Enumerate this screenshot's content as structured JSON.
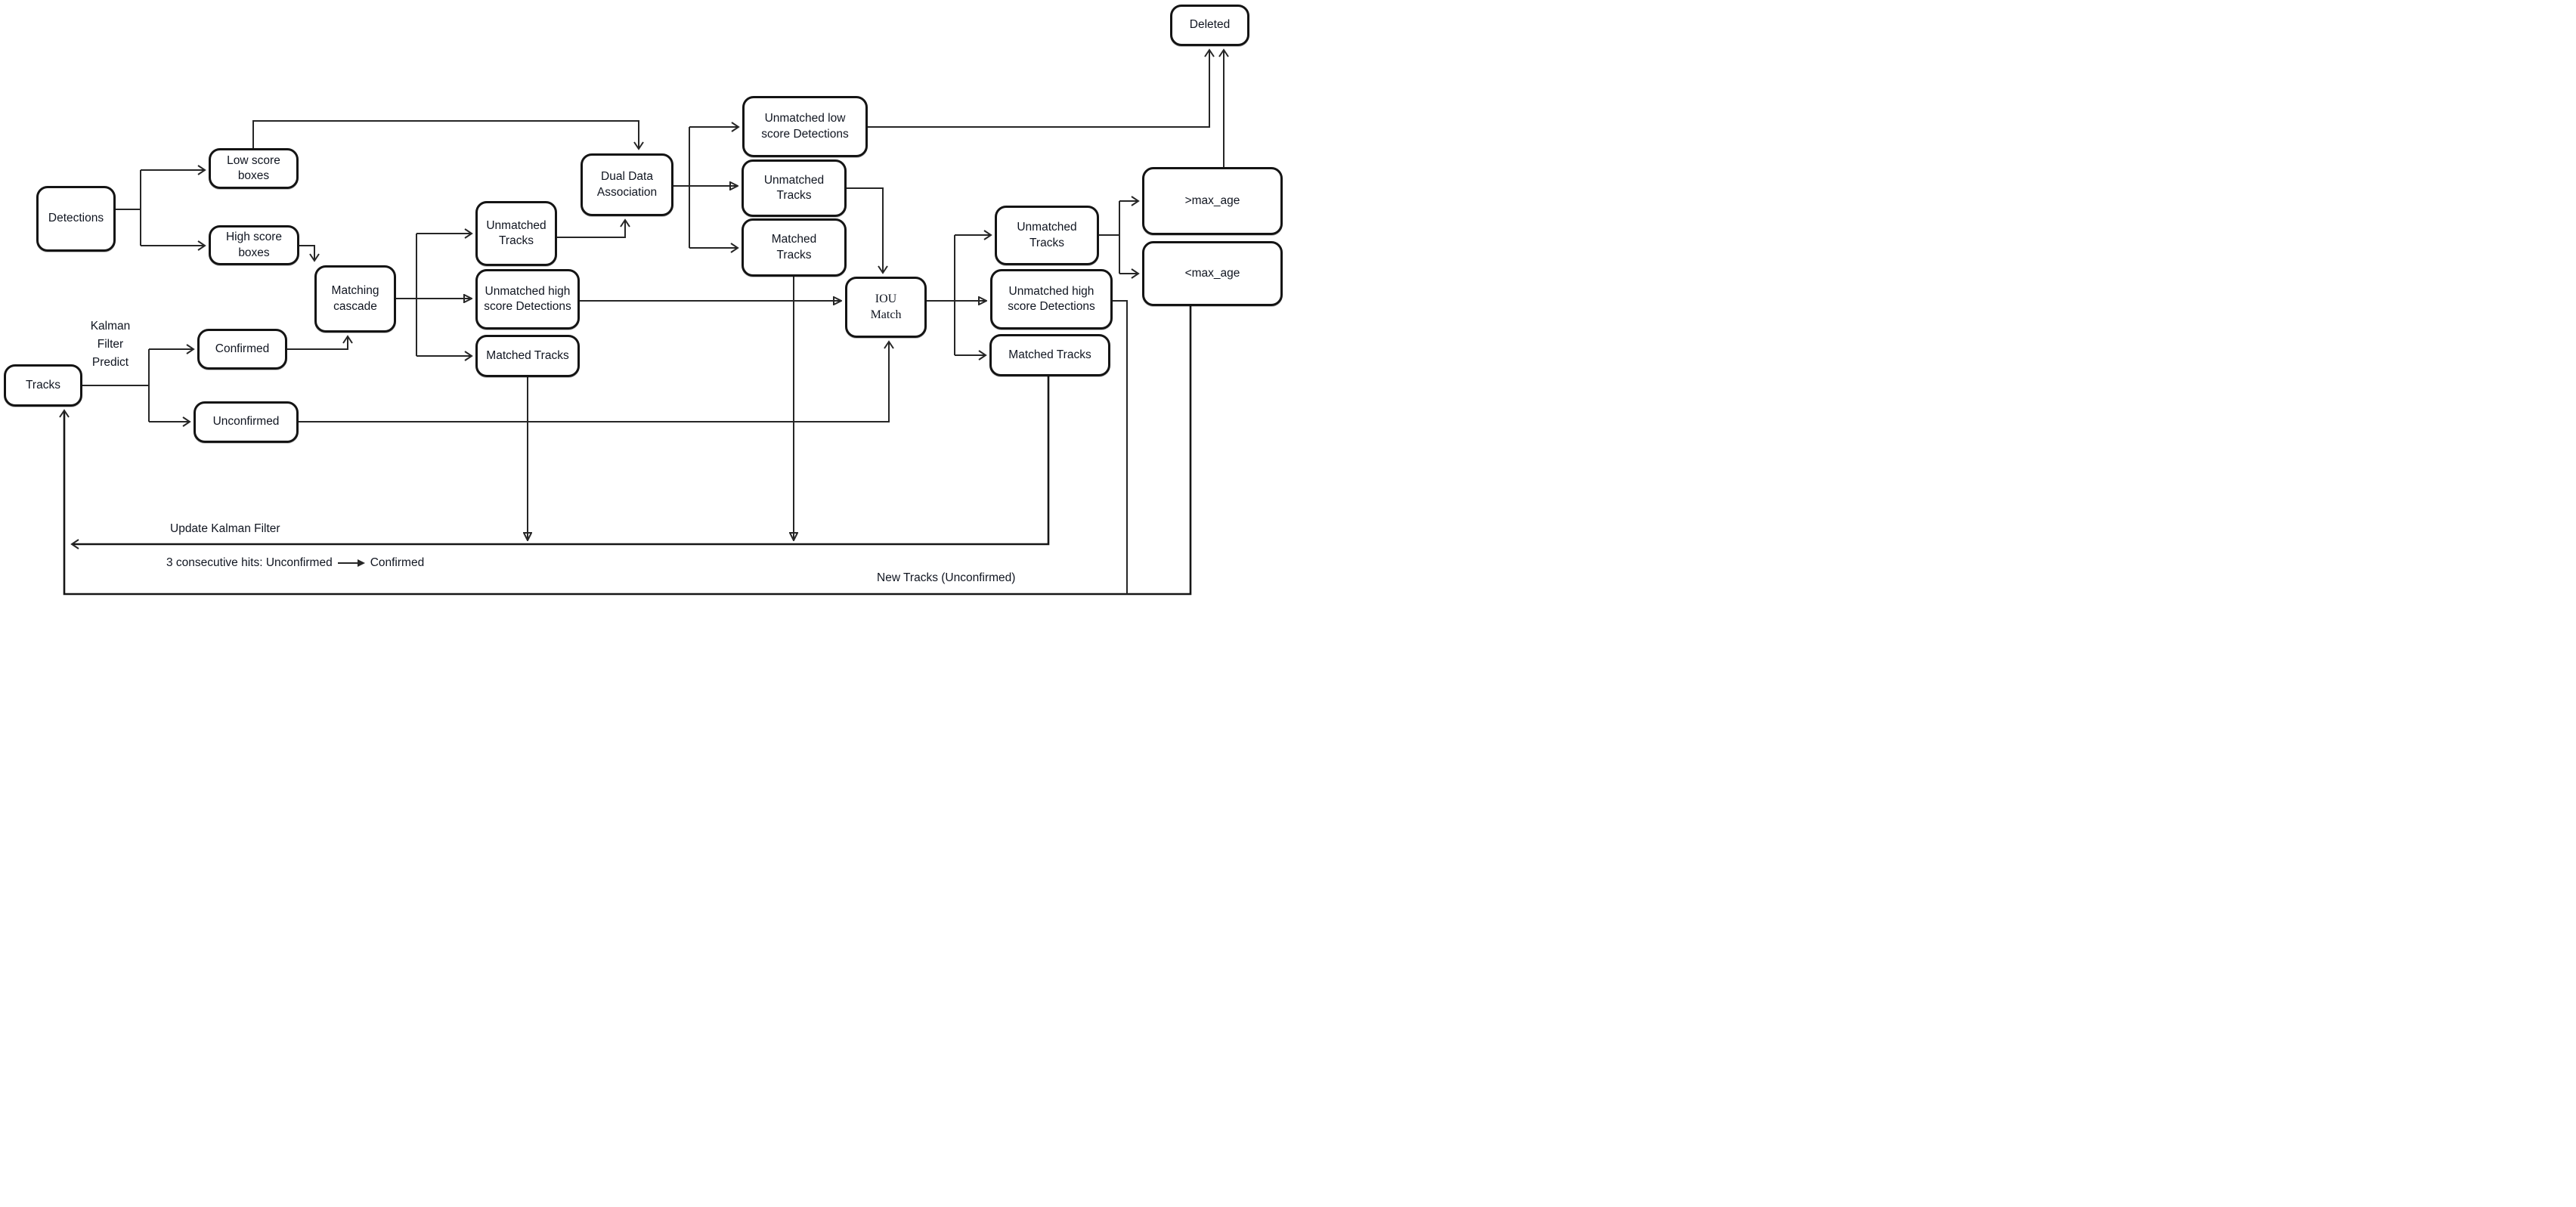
{
  "diagram": {
    "description": "Multi-object tracking pipeline flowchart",
    "colors": {
      "ink": "#141414",
      "line": "#262626",
      "background": "#ffffff"
    },
    "nodes": {
      "detections": {
        "label": "Detections"
      },
      "low_score_boxes": {
        "label": "Low score boxes"
      },
      "high_score_boxes": {
        "label": "High score boxes"
      },
      "matching_cascade": {
        "label": "Matching\ncascade"
      },
      "tracks": {
        "label": "Tracks"
      },
      "confirmed": {
        "label": "Confirmed"
      },
      "unconfirmed": {
        "label": "Unconfirmed"
      },
      "unmatched_tracks_1": {
        "label": "Unmatched\nTracks"
      },
      "unmatched_high_1": {
        "label": "Unmatched high\nscore Detections"
      },
      "matched_tracks_1": {
        "label": "Matched Tracks"
      },
      "dual_data_association": {
        "label": "Dual Data\nAssociation"
      },
      "unmatched_low": {
        "label": "Unmatched low\nscore Detections"
      },
      "unmatched_tracks_2": {
        "label": "Unmatched\nTracks"
      },
      "matched_tracks_2": {
        "label": "Matched\nTracks"
      },
      "iou_match": {
        "label": "IOU\nMatch"
      },
      "unmatched_tracks_3": {
        "label": "Unmatched\nTracks"
      },
      "unmatched_high_2": {
        "label": "Unmatched high\nscore Detections"
      },
      "matched_tracks_3": {
        "label": "Matched Tracks"
      },
      "gt_max_age": {
        "label": ">max_age"
      },
      "lt_max_age": {
        "label": "<max_age"
      },
      "deleted": {
        "label": "Deleted"
      }
    },
    "annotations": {
      "kalman": "Kalman\nFilter\nPredict",
      "update_kf": "Update Kalman Filter",
      "hits_left": "3 consecutive hits: Unconfirmed",
      "hits_right": "Confirmed",
      "new_tracks": "New Tracks (Unconfirmed)"
    }
  }
}
